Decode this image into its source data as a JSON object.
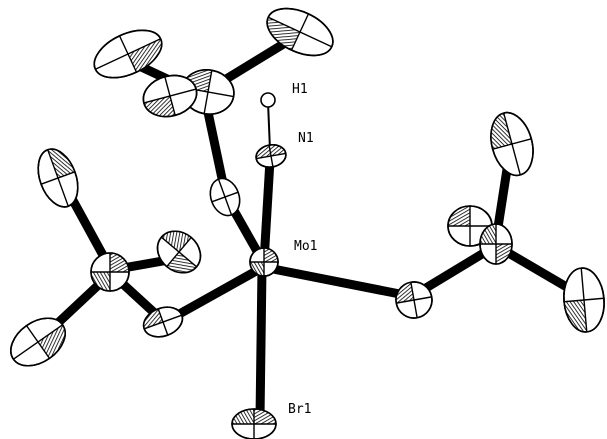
{
  "labels": {
    "h1": "H1",
    "n1": "N1",
    "mo1": "Mo1",
    "br1": "Br1"
  }
}
